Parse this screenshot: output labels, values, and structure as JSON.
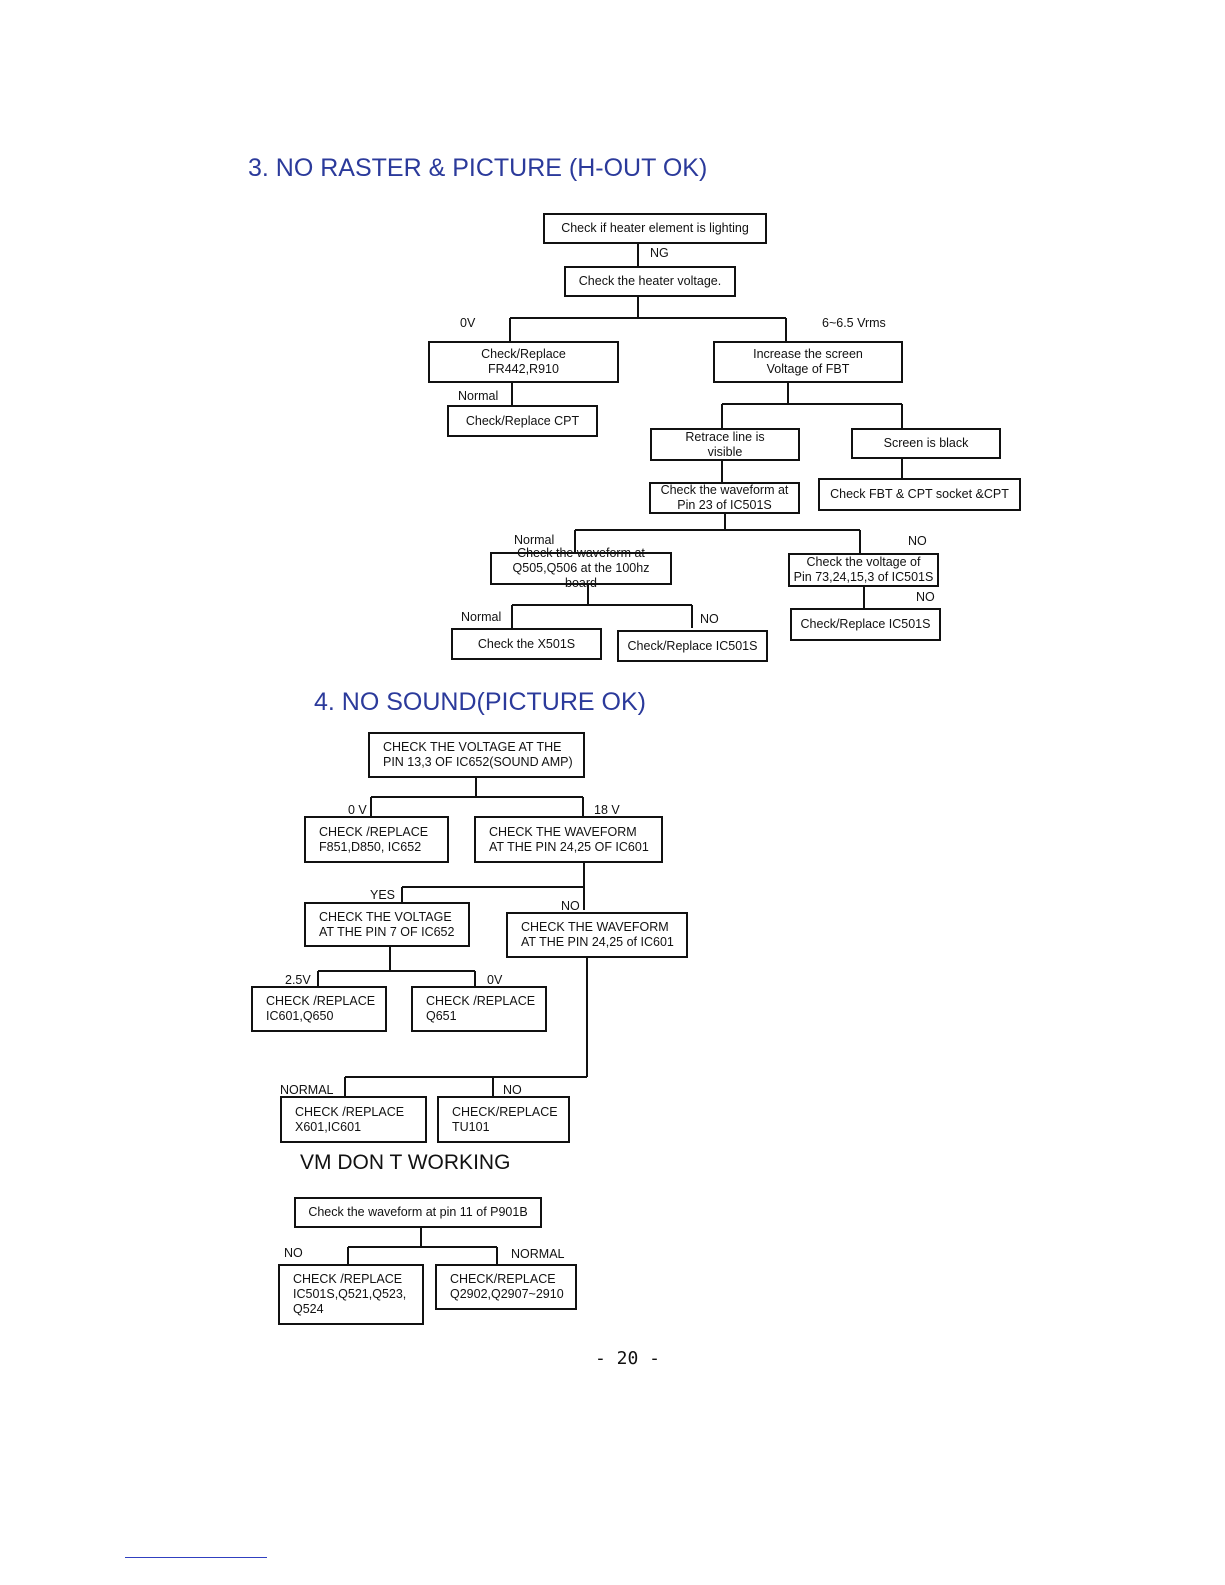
{
  "sections": {
    "raster": {
      "title": "3. NO RASTER & PICTURE (H-OUT OK)",
      "boxes": {
        "heater_lighting": "Check if heater element is lighting",
        "heater_voltage": "Check the heater voltage.",
        "replace_fr442": "Check/Replace\nFR442,R910",
        "increase_screen": "Increase the screen\nVoltage of FBT",
        "replace_cpt": "Check/Replace CPT",
        "retrace_visible": "Retrace line is\nvisible",
        "screen_black": "Screen is black",
        "waveform_pin23": "Check the waveform at\nPin 23 of IC501S",
        "check_fbt": "Check FBT & CPT socket &CPT",
        "waveform_q505": "Check the waveform at\nQ505,Q506 at the 100hz board",
        "voltage_pin73": "Check the voltage of\nPin 73,24,15,3 of IC501S",
        "check_x501s": "Check the X501S",
        "replace_ic501s_a": "Check/Replace IC501S",
        "replace_ic501s_b": "Check/Replace IC501S"
      },
      "labels": {
        "ng": "NG",
        "zero_v": "0V",
        "vrms": "6~6.5 Vrms",
        "normal_1": "Normal",
        "normal_2": "Normal",
        "no_1": "NO",
        "no_2": "NO",
        "normal_3": "Normal",
        "no_3": "NO"
      }
    },
    "sound": {
      "title": "4. NO SOUND(PICTURE OK)",
      "boxes": {
        "voltage_ic652": "CHECK THE VOLTAGE AT THE\nPIN 13,3 OF IC652(SOUND AMP)",
        "replace_f851": "CHECK /REPLACE\nF851,D850, IC652",
        "waveform_ic601_a": "CHECK THE WAVEFORM\nAT THE PIN 24,25 OF IC601",
        "voltage_pin7": "CHECK THE VOLTAGE\nAT THE PIN 7 OF IC652",
        "waveform_ic601_b": "CHECK THE WAVEFORM\nAT THE PIN 24,25 of IC601",
        "replace_ic601_q650": "CHECK /REPLACE\nIC601,Q650",
        "replace_q651": "CHECK /REPLACE\nQ651",
        "replace_x601": "CHECK /REPLACE\nX601,IC601",
        "replace_tu101": "CHECK/REPLACE\nTU101"
      },
      "labels": {
        "zero_v": "0 V",
        "eighteen_v": "18 V",
        "yes": "YES",
        "no": "NO",
        "v25": "2.5V",
        "zero_v_b": "0V",
        "normal": "NORMAL",
        "no_b": "NO"
      }
    },
    "vm": {
      "title": "VM DON T WORKING",
      "boxes": {
        "waveform_p901b": "Check the waveform at pin 11 of P901B",
        "replace_ic501s": "CHECK /REPLACE\nIC501S,Q521,Q523,\nQ524",
        "replace_q2902": "CHECK/REPLACE\nQ2902,Q2907~2910"
      },
      "labels": {
        "no": "NO",
        "normal": "NORMAL"
      }
    }
  },
  "page_number": "- 20 -"
}
